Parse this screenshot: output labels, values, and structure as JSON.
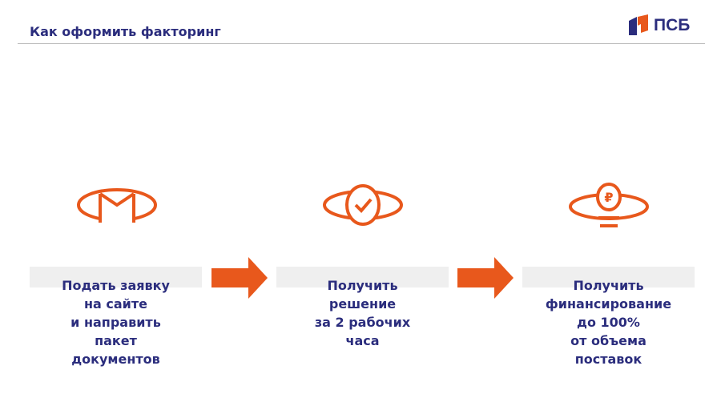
{
  "header": {
    "title": "Как оформить факторинг",
    "logo_text": "ПСБ"
  },
  "colors": {
    "accent": "#e8581c",
    "navy": "#2b2d7d",
    "bar": "#efefef"
  },
  "steps": [
    {
      "icon": "envelope-icon",
      "lines": [
        "Подать заявку",
        "на сайте",
        "и направить",
        "пакет",
        "документов"
      ]
    },
    {
      "icon": "checkmark-icon",
      "lines": [
        "Получить",
        "решение",
        "за 2 рабочих",
        "часа"
      ]
    },
    {
      "icon": "ruble-coin-icon",
      "lines": [
        "Получить",
        "финансирование",
        "до 100%",
        "от объема",
        "поставок"
      ]
    }
  ]
}
